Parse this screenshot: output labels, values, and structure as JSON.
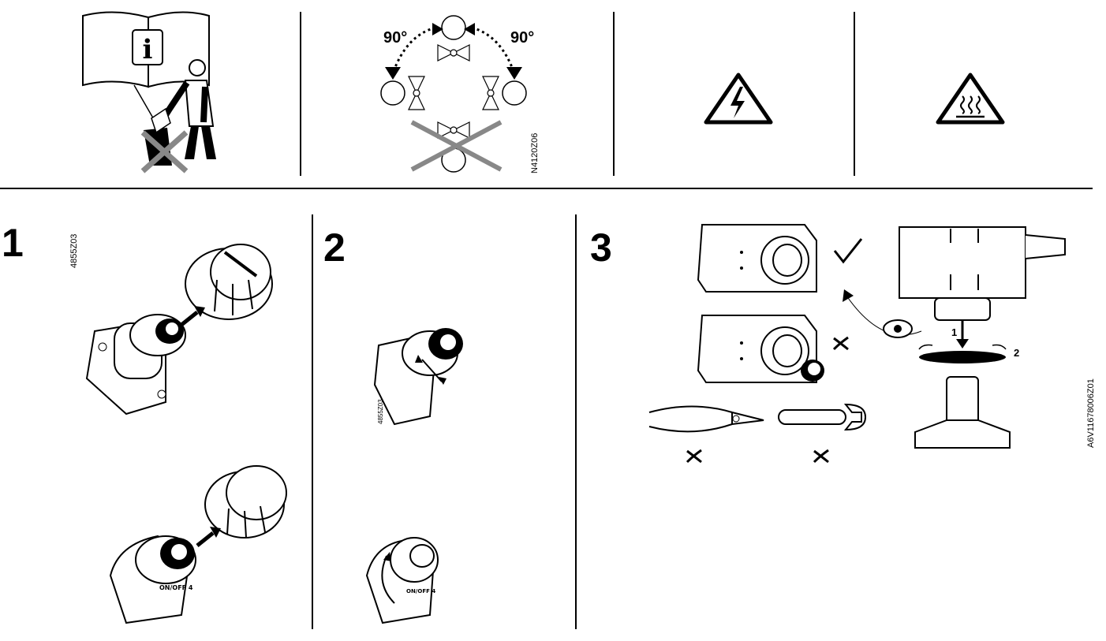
{
  "top_row": {
    "valve_rotation": {
      "angle_left": "90°",
      "angle_right": "90°",
      "code": "N4120Z06"
    }
  },
  "steps": [
    {
      "number": "1",
      "code": "4855Z03",
      "dial_text": "ON/OFF 4"
    },
    {
      "number": "2",
      "code": "4855Z03",
      "dial_text": "ON/OFF 4"
    },
    {
      "number": "3",
      "code": "A6V11678006Z01",
      "sub_step_1": "1",
      "sub_step_2": "2"
    }
  ],
  "icons": [
    "manual-info-icon",
    "no-discard-icon",
    "valve-orientation-diagram",
    "electric-hazard-icon",
    "hot-surface-icon",
    "check-mark-icon",
    "cross-mark-icon",
    "eye-icon",
    "pliers-icon",
    "wrench-icon"
  ],
  "colors": {
    "line": "#000000",
    "cross": "#888888"
  }
}
